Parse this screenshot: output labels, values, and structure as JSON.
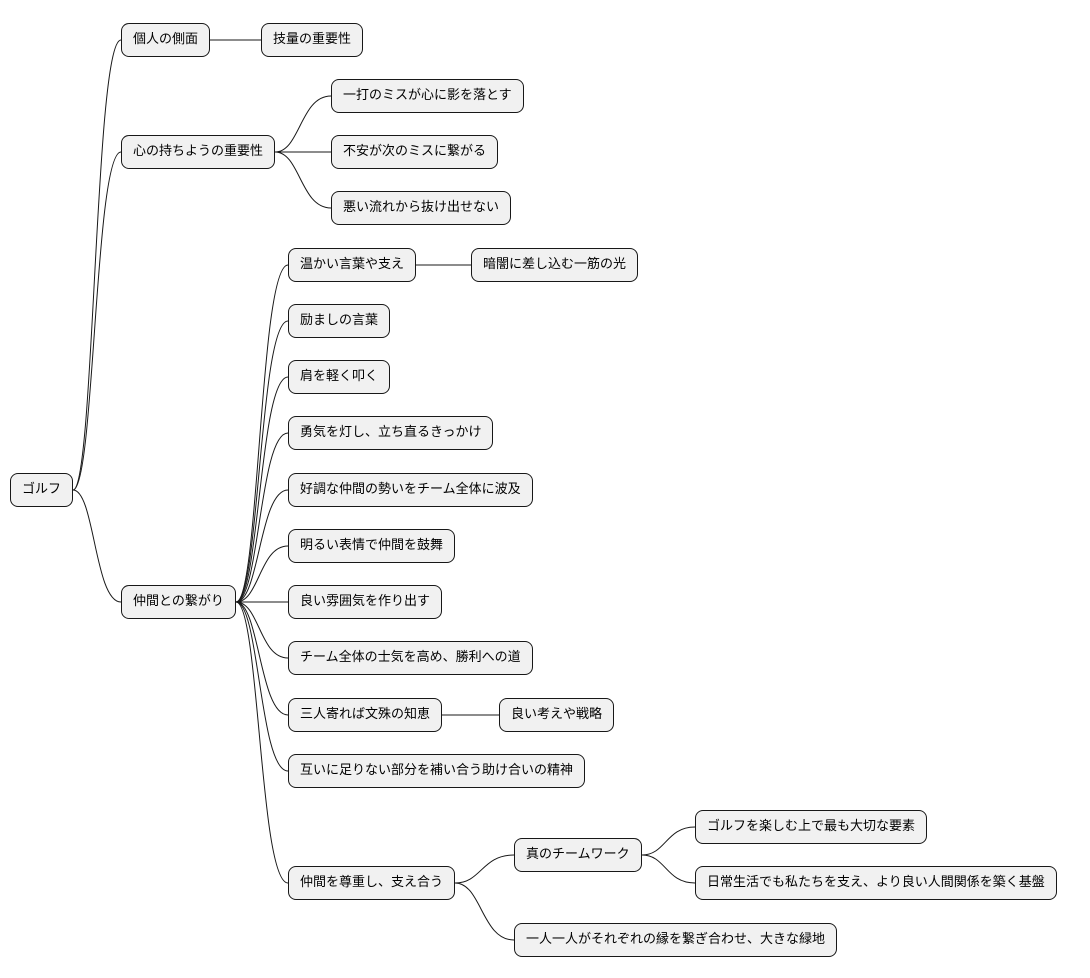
{
  "colors": {
    "node_fill": "#f1f1f1",
    "node_border": "#181818",
    "edge": "#181818",
    "background": "#ffffff"
  },
  "mindmap": {
    "root": {
      "label": "ゴルフ"
    },
    "branches": [
      {
        "label": "個人の側面",
        "children": [
          {
            "label": "技量の重要性"
          }
        ]
      },
      {
        "label": "心の持ちようの重要性",
        "children": [
          {
            "label": "一打のミスが心に影を落とす"
          },
          {
            "label": "不安が次のミスに繋がる"
          },
          {
            "label": "悪い流れから抜け出せない"
          }
        ]
      },
      {
        "label": "仲間との繋がり",
        "children": [
          {
            "label": "温かい言葉や支え",
            "children": [
              {
                "label": "暗闇に差し込む一筋の光"
              }
            ]
          },
          {
            "label": "励ましの言葉"
          },
          {
            "label": "肩を軽く叩く"
          },
          {
            "label": "勇気を灯し、立ち直るきっかけ"
          },
          {
            "label": "好調な仲間の勢いをチーム全体に波及"
          },
          {
            "label": "明るい表情で仲間を鼓舞"
          },
          {
            "label": "良い雰囲気を作り出す"
          },
          {
            "label": "チーム全体の士気を高め、勝利への道"
          },
          {
            "label": "三人寄れば文殊の知恵",
            "children": [
              {
                "label": "良い考えや戦略"
              }
            ]
          },
          {
            "label": "互いに足りない部分を補い合う助け合いの精神"
          },
          {
            "label": "仲間を尊重し、支え合う",
            "children": [
              {
                "label": "真のチームワーク",
                "children": [
                  {
                    "label": "ゴルフを楽しむ上で最も大切な要素"
                  },
                  {
                    "label": "日常生活でも私たちを支え、より良い人間関係を築く基盤"
                  }
                ]
              },
              {
                "label": "一人一人がそれぞれの縁を繋ぎ合わせ、大きな緑地"
              }
            ]
          }
        ]
      }
    ]
  }
}
